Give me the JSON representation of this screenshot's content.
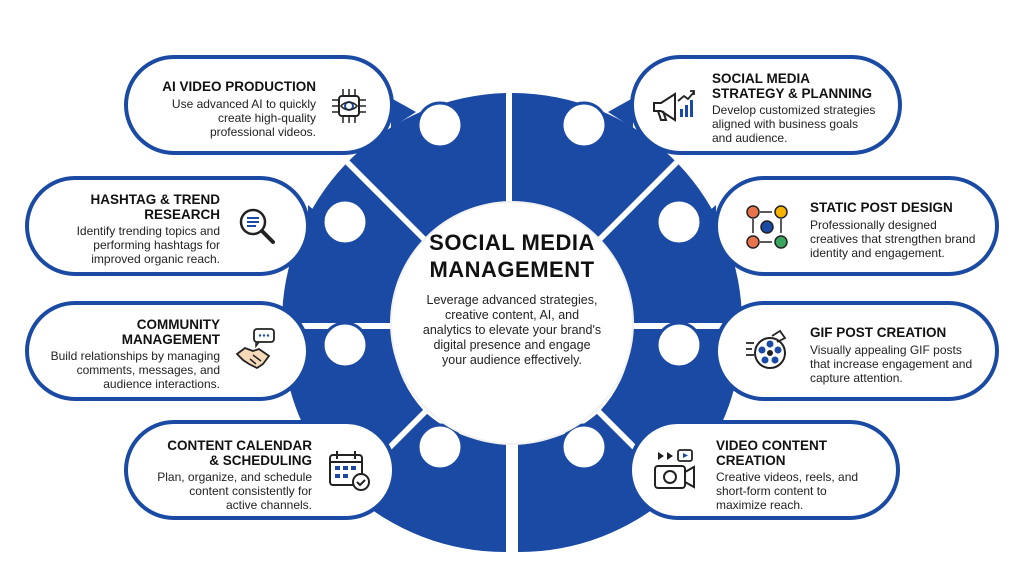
{
  "hub": {
    "title_line1": "SOCIAL MEDIA",
    "title_line2": "MANAGEMENT",
    "description": "Leverage advanced strategies, creative content, AI, and analytics to elevate your brand's digital presence and engage your audience effectively."
  },
  "services": {
    "ai_video": {
      "title": "AI VIDEO PRODUCTION",
      "desc_lines": [
        "Use advanced AI to quickly",
        "create high-quality",
        "professional videos."
      ],
      "icon": "ai-chip-eye-icon"
    },
    "hashtag": {
      "title_lines": [
        "HASHTAG & TREND",
        "RESEARCH"
      ],
      "desc_lines": [
        "Identify trending topics and",
        "performing hashtags for",
        "improved organic reach."
      ],
      "icon": "document-search-icon"
    },
    "community": {
      "title_lines": [
        "COMMUNITY",
        "MANAGEMENT"
      ],
      "desc_lines": [
        "Build relationships by managing",
        "comments, messages, and",
        "audience interactions."
      ],
      "icon": "handshake-chat-icon"
    },
    "calendar": {
      "title_lines": [
        "CONTENT CALENDAR",
        "& SCHEDULING"
      ],
      "desc_lines": [
        "Plan, organize, and schedule",
        "content consistently for",
        "active channels."
      ],
      "icon": "calendar-check-icon"
    },
    "strategy": {
      "title_lines": [
        "SOCIAL MEDIA",
        "STRATEGY & PLANNING"
      ],
      "desc_lines": [
        "Develop customized strategies",
        "aligned with business goals",
        "and audience."
      ],
      "icon": "megaphone-chart-icon"
    },
    "static_post": {
      "title": "STATIC POST DESIGN",
      "desc_lines": [
        "Professionally designed",
        "creatives that strengthen brand",
        "identity and engagement."
      ],
      "icon": "people-network-icon"
    },
    "gif": {
      "title": "GIF POST CREATION",
      "desc_lines": [
        "Visually appealing GIF posts",
        "that increase engagement and",
        "capture attention."
      ],
      "icon": "film-reel-icon"
    },
    "video": {
      "title_lines": [
        "VIDEO CONTENT",
        "CREATION"
      ],
      "desc_lines": [
        "Creative videos, reels, and",
        "short-form content to",
        "maximize reach."
      ],
      "icon": "camera-play-icon"
    }
  },
  "colors": {
    "accent": "#1a4aa3",
    "text": "#111111"
  }
}
